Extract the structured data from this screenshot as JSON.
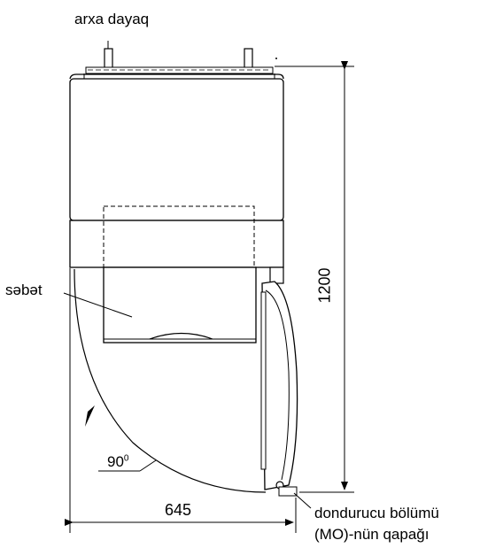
{
  "labels": {
    "rear_stand": "arxa dayaq",
    "basket": "səbət",
    "angle_value": "90",
    "angle_unit": "0",
    "width": "645",
    "height": "1200",
    "freezer_door_line1": "dondurucu bölümü",
    "freezer_door_line2": "(MO)-nün qapağı"
  },
  "colors": {
    "line": "#000000",
    "background": "#ffffff"
  }
}
